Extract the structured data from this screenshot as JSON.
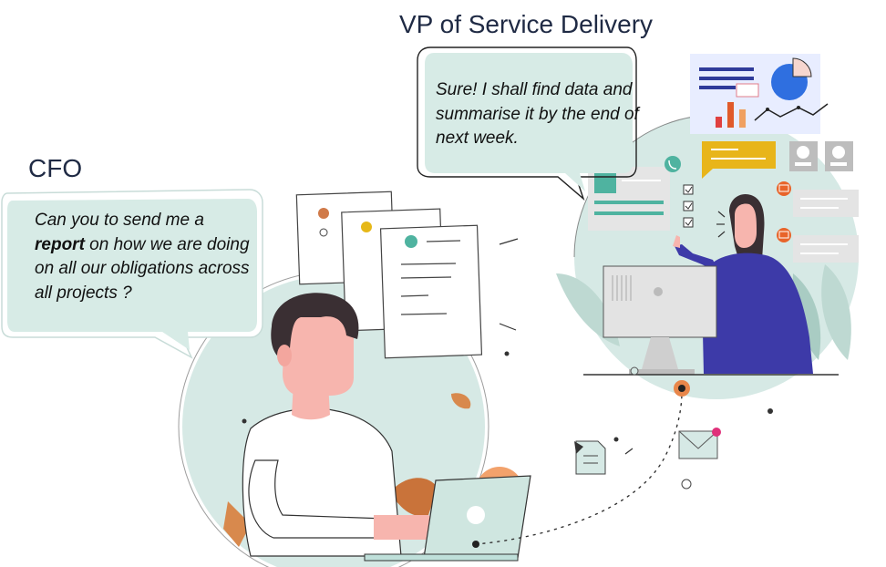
{
  "vp": {
    "title": "VP of Service Delivery",
    "message": "Sure! I shall find data and summarise it by the end of next week."
  },
  "cfo": {
    "title": "CFO",
    "message_part1": "Can you to send me a ",
    "message_bold": "report",
    "message_part2": " on how we are doing on all our obligations across all projects ?"
  },
  "colors": {
    "teal_bg": "#d6e9e5",
    "bubble": "#d7ebe6",
    "orange": "#e07c3e",
    "purple_shirt": "#3d3aa8",
    "blue_accent": "#2f6fe0",
    "skin": "#f7b5ae",
    "hair": "#3a2f33"
  }
}
